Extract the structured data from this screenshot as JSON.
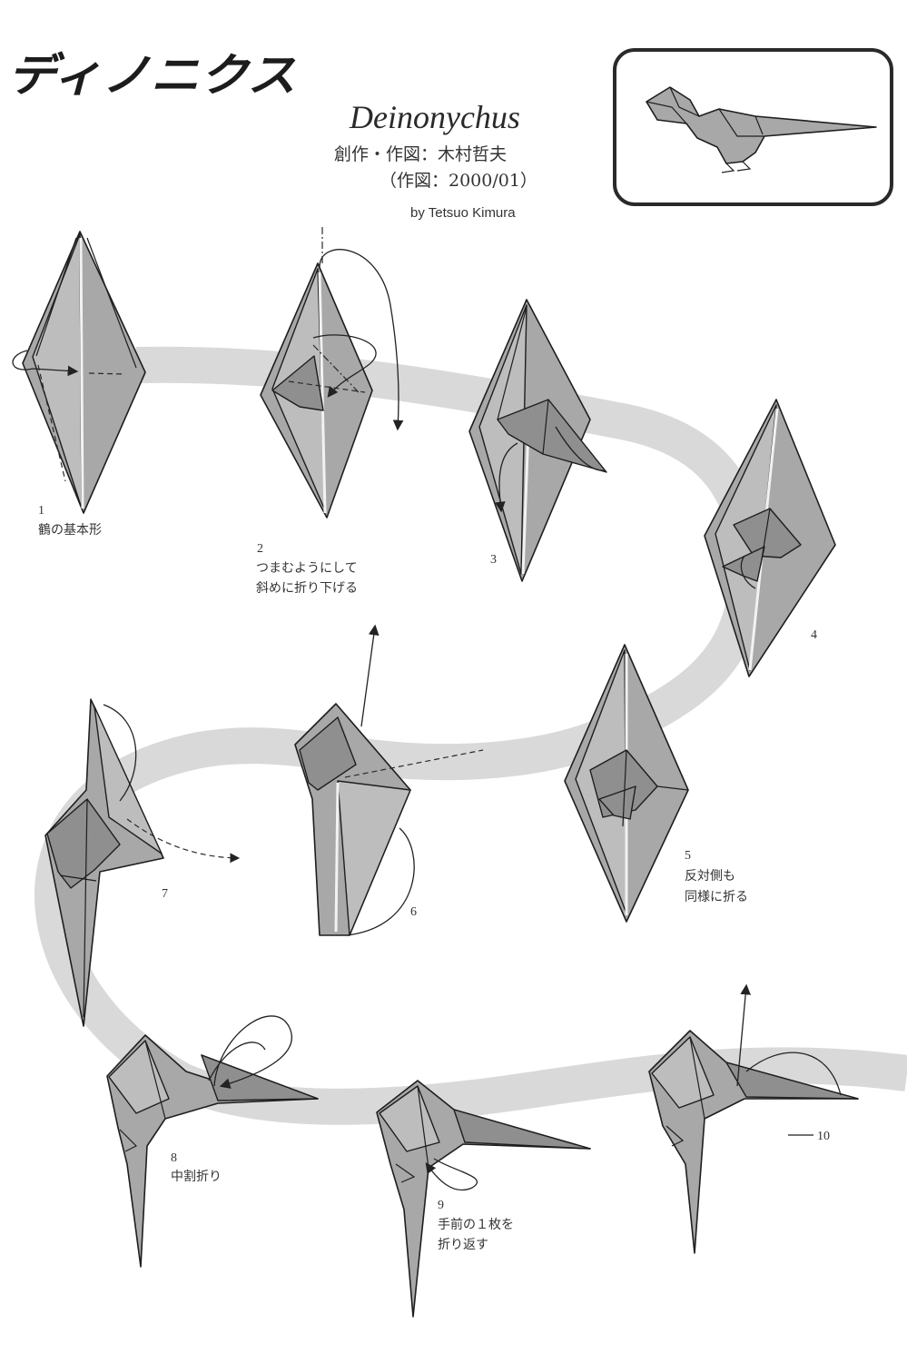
{
  "header": {
    "title_jp": "ディノニクス",
    "title_en": "Deinonychus",
    "credit": "創作・作図：木村哲夫",
    "date": "（作図：2000/01）",
    "author": "by Tetsuo Kimura"
  },
  "steps": [
    {
      "number": "1",
      "lines": [
        "鶴の基本形"
      ]
    },
    {
      "number": "2",
      "lines": [
        "つまむようにして",
        "斜めに折り下げる"
      ]
    },
    {
      "number": "3",
      "lines": []
    },
    {
      "number": "4",
      "lines": []
    },
    {
      "number": "5",
      "lines": [
        "反対側も",
        "同様に折る"
      ]
    },
    {
      "number": "6",
      "lines": []
    },
    {
      "number": "7",
      "lines": []
    },
    {
      "number": "8",
      "lines": [
        "中割折り"
      ]
    },
    {
      "number": "9",
      "lines": [
        "手前の１枚を",
        "折り返す"
      ]
    },
    {
      "number": "10",
      "lines": []
    }
  ],
  "colors": {
    "paper": "#a8a8a8",
    "band": "#d9d9d9",
    "ink": "#1e1e1e",
    "background": "#ffffff"
  }
}
